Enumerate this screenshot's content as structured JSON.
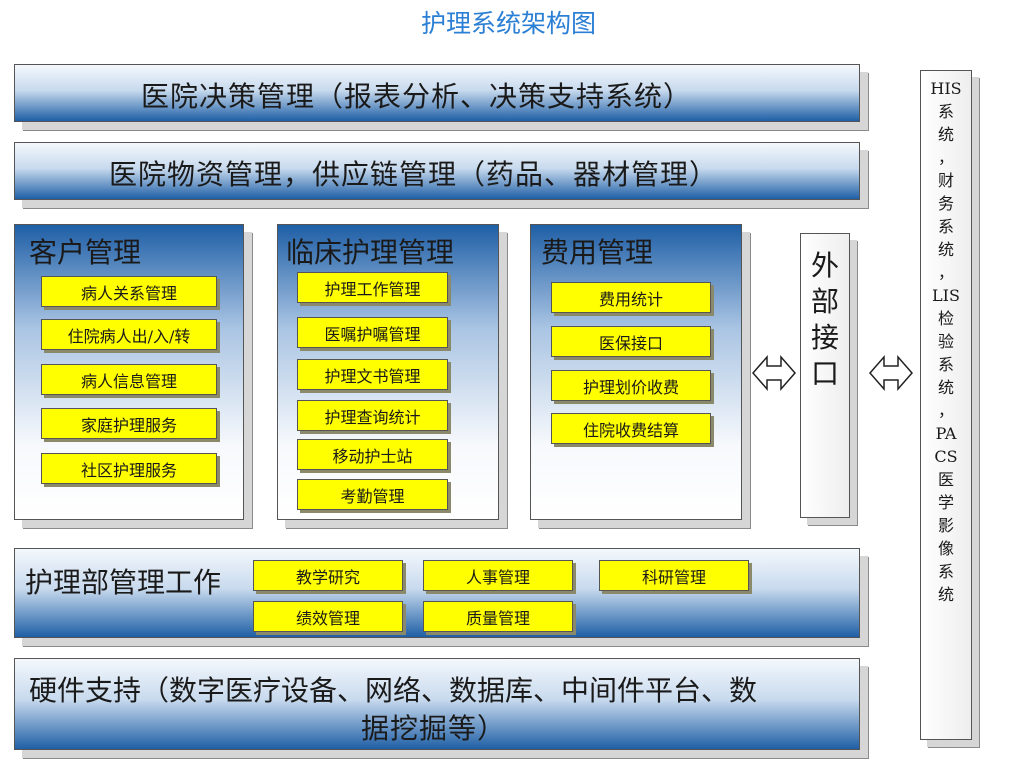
{
  "title": "护理系统架构图",
  "decision": "医院决策管理（报表分析、决策支持系统）",
  "supply": "医院物资管理，供应链管理（药品、器材管理）",
  "customer": {
    "heading": "客户管理",
    "items": [
      "病人关系管理",
      "住院病人出/入/转",
      "病人信息管理",
      "家庭护理服务",
      "社区护理服务"
    ]
  },
  "clinical": {
    "heading": "临床护理管理",
    "items": [
      "护理工作管理",
      "医嘱护嘱管理",
      "护理文书管理",
      "护理查询统计",
      "移动护士站",
      "考勤管理"
    ]
  },
  "billing": {
    "heading": "费用管理",
    "items": [
      "费用统计",
      "医保接口",
      "护理划价收费",
      "住院收费结算"
    ]
  },
  "interface": {
    "chars": [
      "外",
      "部",
      "接",
      "口"
    ]
  },
  "external_systems": [
    "HIS",
    "系",
    "统",
    "，",
    "财",
    "务",
    "系",
    "统",
    "，",
    "LIS",
    "检",
    "验",
    "系",
    "统",
    "，",
    "PA",
    "CS",
    "医",
    "学",
    "影",
    "像",
    "系",
    "统"
  ],
  "nursing_dept": {
    "heading": "护理部管理工作",
    "items": [
      "教学研究",
      "人事管理",
      "科研管理",
      "绩效管理",
      "质量管理"
    ]
  },
  "hardware": {
    "line1": "硬件支持（数字医疗设备、网络、数据库、中间件平台、数",
    "line2": "据挖掘等）"
  },
  "colors": {
    "title": "#2b7fd4",
    "item_fill": "#ffff00",
    "slab_dark": "#1f5fa6"
  }
}
